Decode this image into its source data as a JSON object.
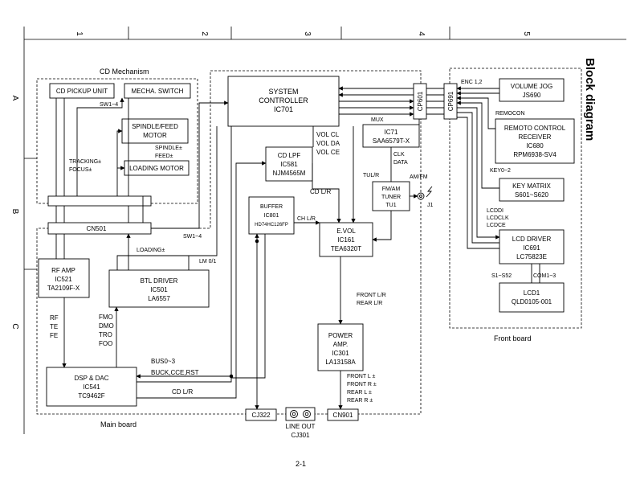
{
  "title": "Block diagram",
  "page_number": "2-1",
  "columns": [
    "1",
    "2",
    "3",
    "4",
    "5"
  ],
  "rows": [
    "A",
    "B",
    "C"
  ],
  "sections": {
    "cd_mechanism": "CD Mechanism",
    "main_board": "Main board",
    "front_board": "Front board"
  },
  "blocks": {
    "cd_pickup": "CD PICKUP UNIT",
    "mecha_switch": "MECHA. SWITCH",
    "spindle_feed_1": "SPINDLE/FEED",
    "spindle_feed_2": "MOTOR",
    "loading_motor": "LOADING MOTOR",
    "cn501": "CN501",
    "system_ctrl_1": "SYSTEM",
    "system_ctrl_2": "CONTROLLER",
    "system_ctrl_3": "IC701",
    "cd_lpf_1": "CD LPF",
    "cd_lpf_2": "IC581",
    "cd_lpf_3": "NJM4565M",
    "ic71_1": "IC71",
    "ic71_2": "SAA6579T-X",
    "tuner_1": "FM/AM",
    "tuner_2": "TUNER",
    "tuner_3": "TU1",
    "buffer_1": "BUFFER",
    "buffer_2": "IC801",
    "buffer_3": "HD74HC126FP",
    "evol_1": "E.VOL",
    "evol_2": "IC161",
    "evol_3": "TEA6320T",
    "rf_amp_1": "RF AMP",
    "rf_amp_2": "IC521",
    "rf_amp_3": "TA2109F-X",
    "btl_1": "BTL DRIVER",
    "btl_2": "IC501",
    "btl_3": "LA6557",
    "power_1": "POWER",
    "power_2": "AMP.",
    "power_3": "IC301",
    "power_4": "LA13158A",
    "dsp_1": "DSP & DAC",
    "dsp_2": "IC541",
    "dsp_3": "TC9462F",
    "cj322": "CJ322",
    "cn901": "CN901",
    "line_out_1": "LINE OUT",
    "line_out_2": "CJ301",
    "cp601": "CP601",
    "cp691": "CP691",
    "vol_jog_1": "VOLUME JOG",
    "vol_jog_2": "JS690",
    "remocon_1": "REMOTO CONTROL",
    "remocon_2": "RECEIVER",
    "remocon_3": "IC680",
    "remocon_4": "RPM6938-SV4",
    "key_matrix_1": "KEY MATRIX",
    "key_matrix_2": "S601~S620",
    "lcd_driver_1": "LCD DRIVER",
    "lcd_driver_2": "IC691",
    "lcd_driver_3": "LC75823E",
    "lcd1_1": "LCD1",
    "lcd1_2": "QLD0105-001"
  },
  "signals": {
    "sw1_4_a": "SW1~4",
    "tracking": "TRACKING±",
    "focus": "FOCUS±",
    "spindle_pm": "SPINDLE±",
    "feed_pm": "FEED±",
    "sw1_4_b": "SW1~4",
    "loading_pm": "LOADING±",
    "lm01": "LM 0/1",
    "vol_cl": "VOL CL",
    "vol_da": "VOL DA",
    "vol_ce": "VOL CE",
    "mux": "MUX",
    "clk": "CLK",
    "data": "DATA",
    "tul_r": "TUL/R",
    "am_fm": "AM/FM",
    "j1": "J1",
    "cd_lr_a": "CD L/R",
    "ch_lr": "CH L/R",
    "front_lr": "FRONT L/R",
    "rear_lr": "REAR L/R",
    "rf": "RF",
    "te": "TE",
    "fe": "FE",
    "fmo": "FMO",
    "dmo": "DMO",
    "tro": "TRO",
    "foo": "FOO",
    "bus": "BUS0~3",
    "buck": "BUCK,CCE,RST",
    "cd_lr_b": "CD L/R",
    "front_l": "FRONT L ±",
    "front_r": "FRONT R ±",
    "rear_l": "REAR L ±",
    "rear_r": "REAR R ±",
    "enc": "ENC 1,2",
    "remocon": "REMOCON",
    "key": "KEY0~2",
    "lcddi": "LCDDI",
    "lcdclk": "LCDCLK",
    "lcdce": "LCDCE",
    "s1_s52": "S1~S52",
    "com": "COM1~3"
  }
}
